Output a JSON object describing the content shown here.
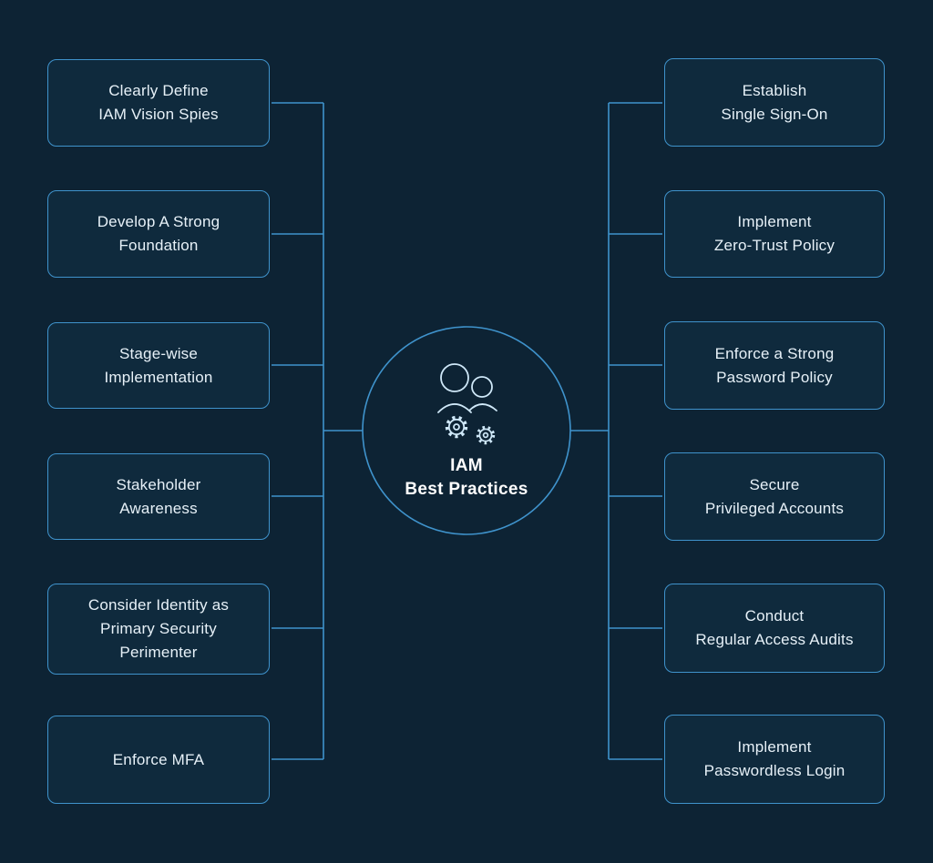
{
  "title": "IAM\nBest Practices",
  "center_icon": "people-with-gears-icon",
  "colors": {
    "background": "#0d2334",
    "accent_line": "#3f93cc",
    "box_fill": "#0f2a3d",
    "box_text": "#e7f1f8",
    "title_text": "#ffffff",
    "icon_stroke": "#cfe8f8"
  },
  "left_items": [
    {
      "label": "Clearly Define\nIAM Vision Spies"
    },
    {
      "label": "Develop A Strong\nFoundation"
    },
    {
      "label": "Stage-wise\nImplementation"
    },
    {
      "label": "Stakeholder\nAwareness"
    },
    {
      "label": "Consider Identity as\nPrimary Security\nPerimenter"
    },
    {
      "label": "Enforce MFA"
    }
  ],
  "right_items": [
    {
      "label": "Establish\nSingle Sign-On"
    },
    {
      "label": "Implement\nZero-Trust Policy"
    },
    {
      "label": "Enforce a Strong\nPassword Policy"
    },
    {
      "label": "Secure\nPrivileged Accounts"
    },
    {
      "label": "Conduct\nRegular Access Audits"
    },
    {
      "label": "Implement\nPasswordless Login"
    }
  ]
}
